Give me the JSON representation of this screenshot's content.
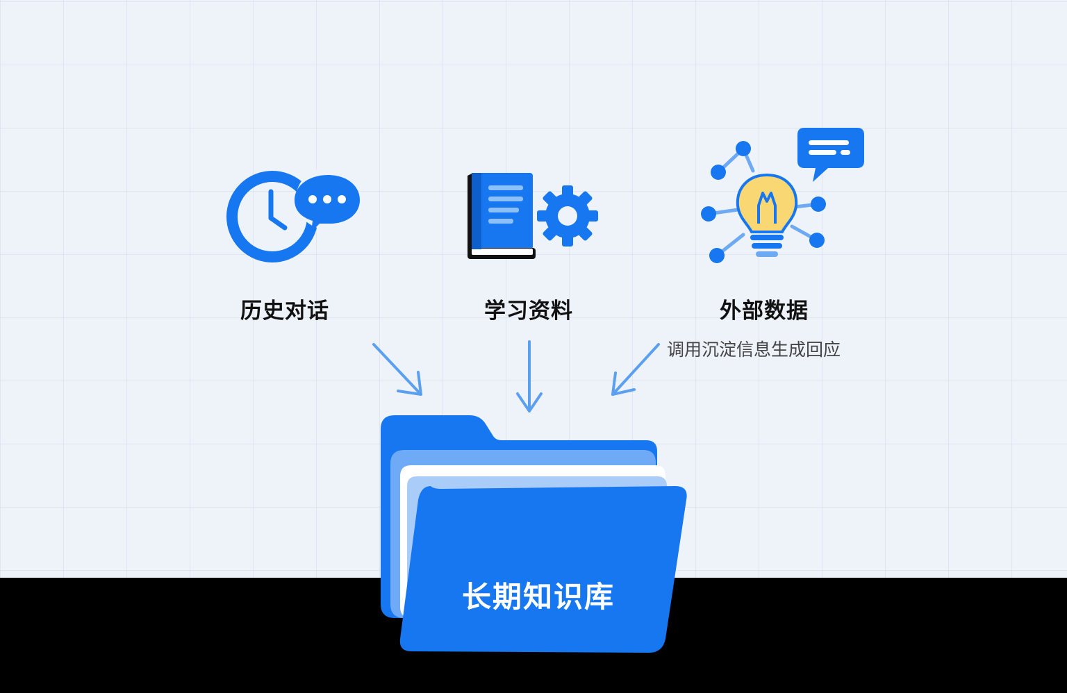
{
  "sources": [
    {
      "label": "历史对话",
      "icon": "clock-chat-icon"
    },
    {
      "label": "学习资料",
      "icon": "book-gear-icon"
    },
    {
      "label": "外部数据",
      "icon": "lightbulb-network-icon",
      "note": "调用沉淀信息生成回应"
    }
  ],
  "target": {
    "label": "长期知识库",
    "icon": "folder-icon"
  },
  "colors": {
    "primary": "#1677f0",
    "light_blue": "#6eaaf5",
    "arrow": "#5b9ff0",
    "bulb": "#f9d874",
    "background": "#eef3fa"
  }
}
